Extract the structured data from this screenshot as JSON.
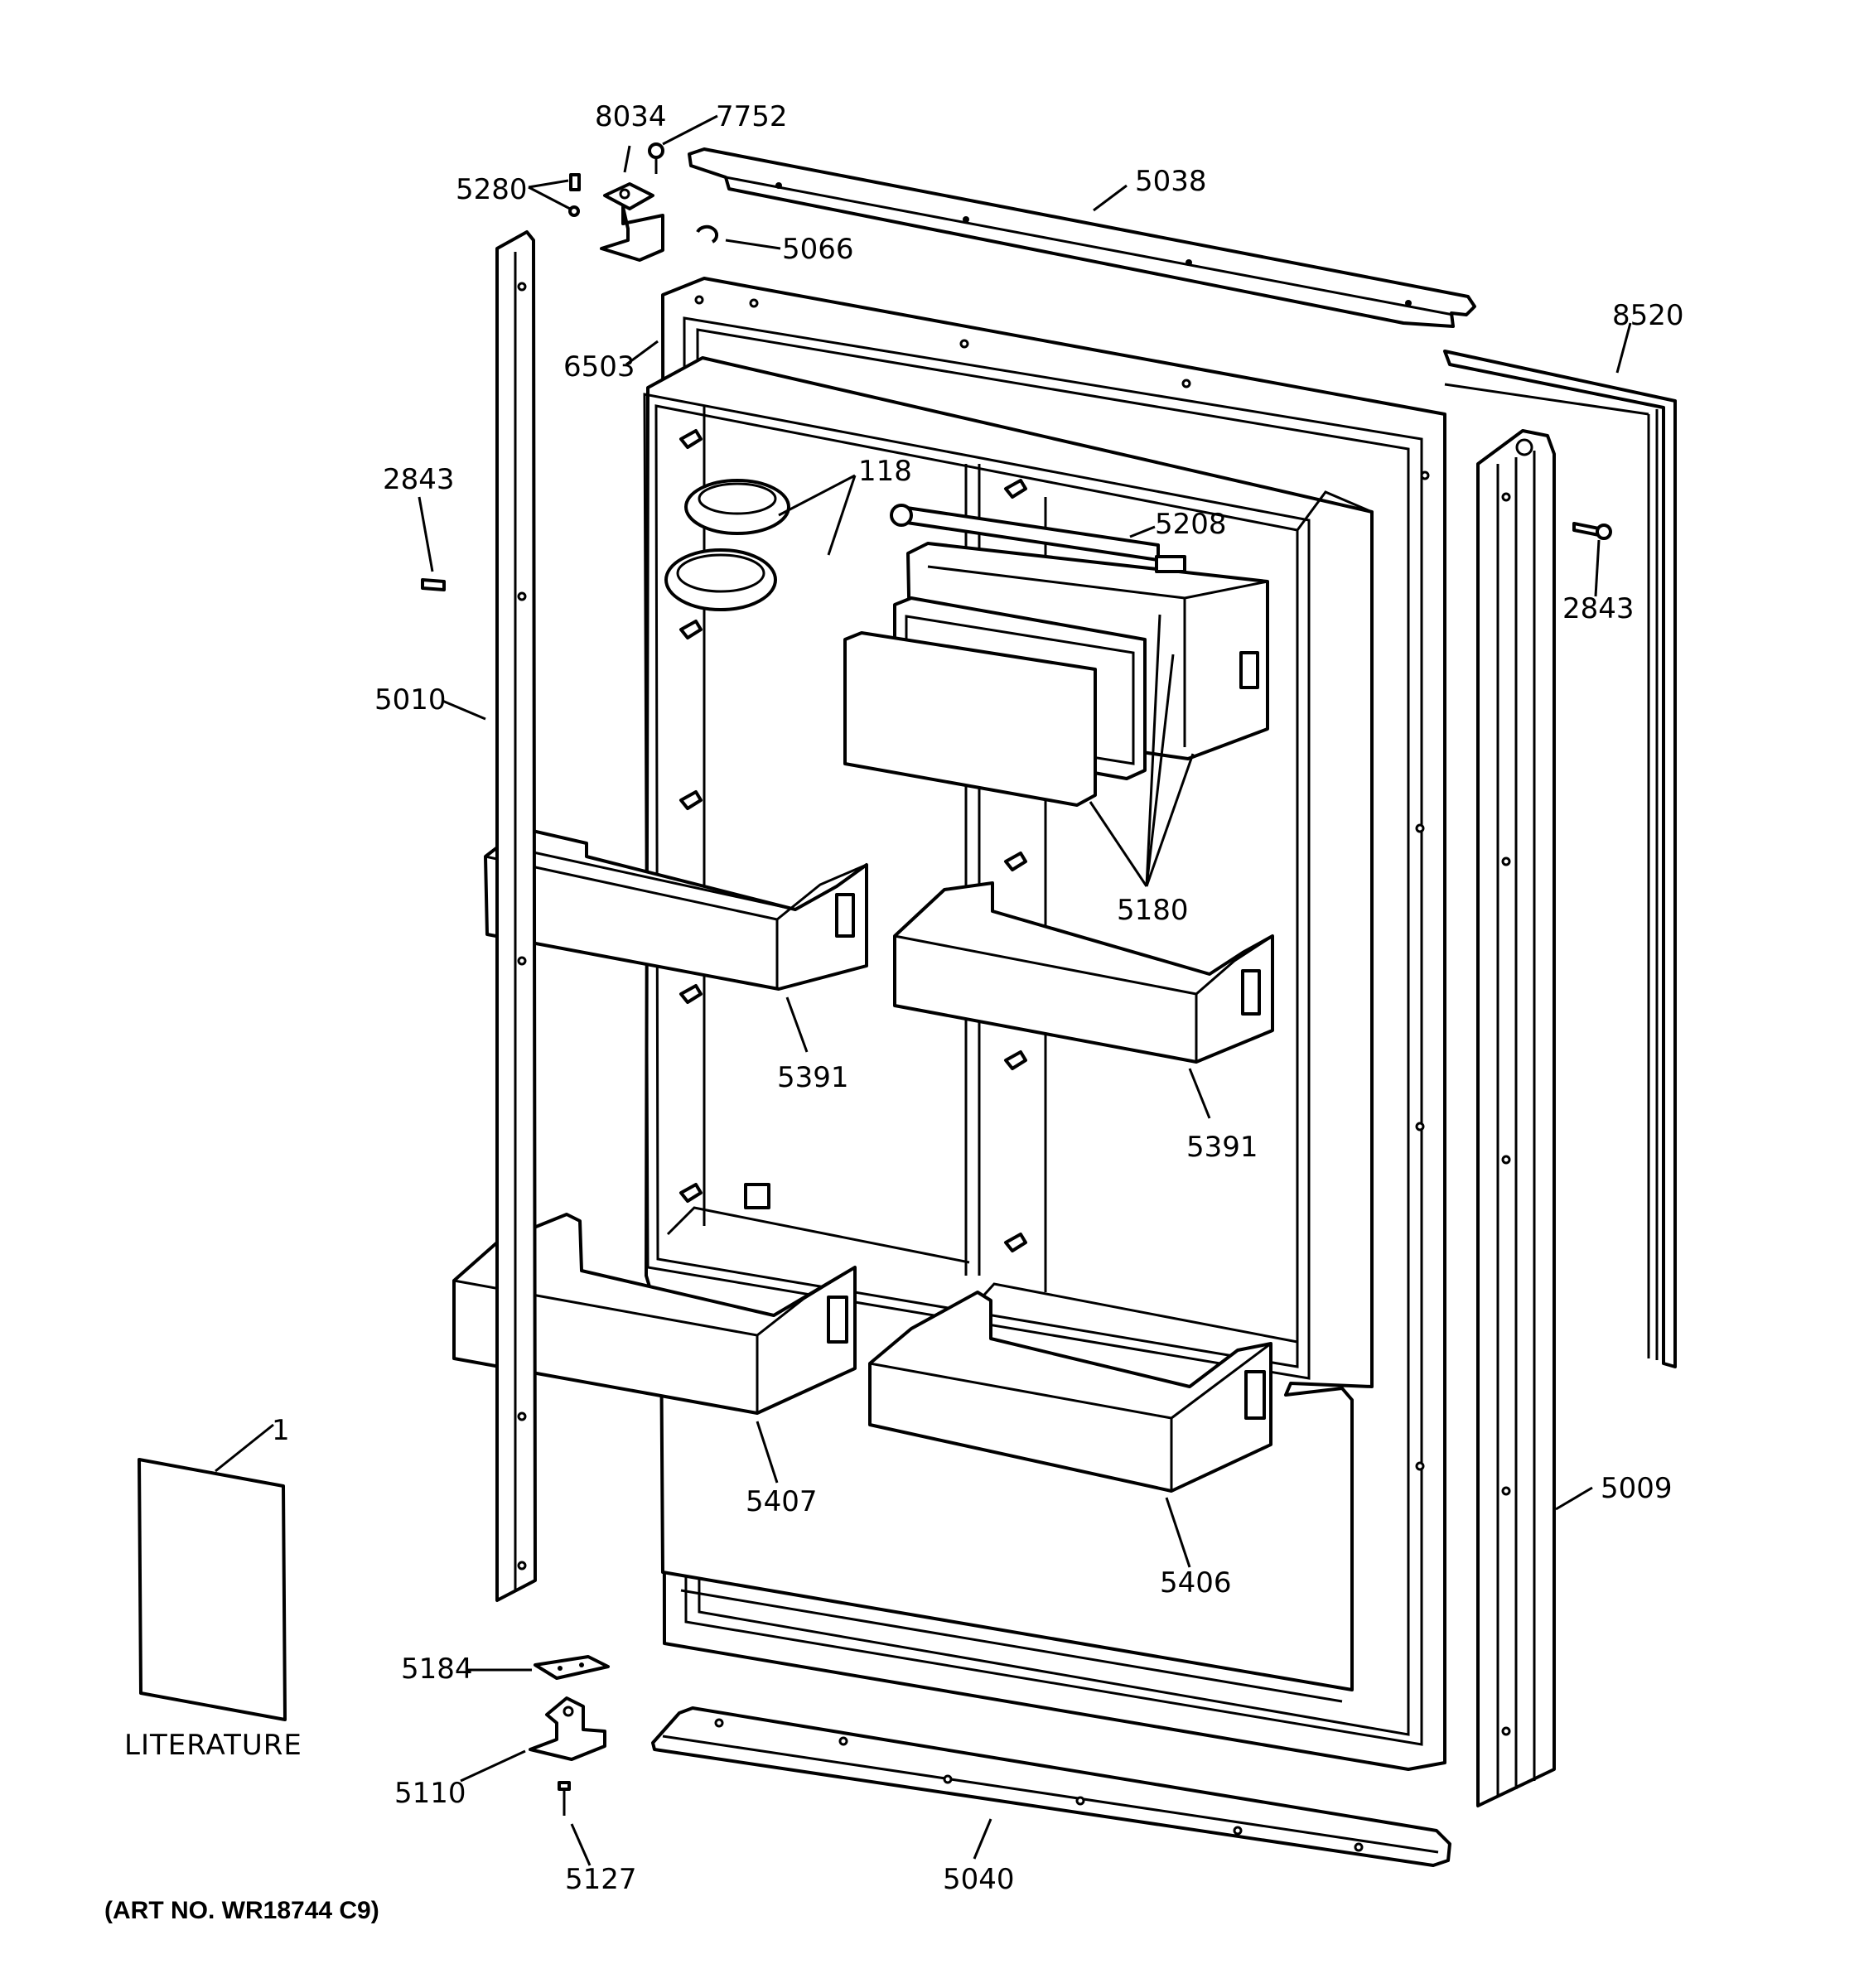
{
  "callouts": {
    "c8034": "8034",
    "c7752": "7752",
    "c5280": "5280",
    "c5038": "5038",
    "c5066": "5066",
    "c6503": "6503",
    "c8520": "8520",
    "c2843_left": "2843",
    "c118": "118",
    "c5208": "5208",
    "c2843_right": "2843",
    "c5010": "5010",
    "c5180": "5180",
    "c5391_left": "5391",
    "c5391_right": "5391",
    "c1": "1",
    "c5009": "5009",
    "c5407": "5407",
    "c5406": "5406",
    "c5184": "5184",
    "c5110": "5110",
    "c5127": "5127",
    "c5040": "5040"
  },
  "literature_label": "LITERATURE",
  "art_number": "(ART NO. WR18744 C9)"
}
